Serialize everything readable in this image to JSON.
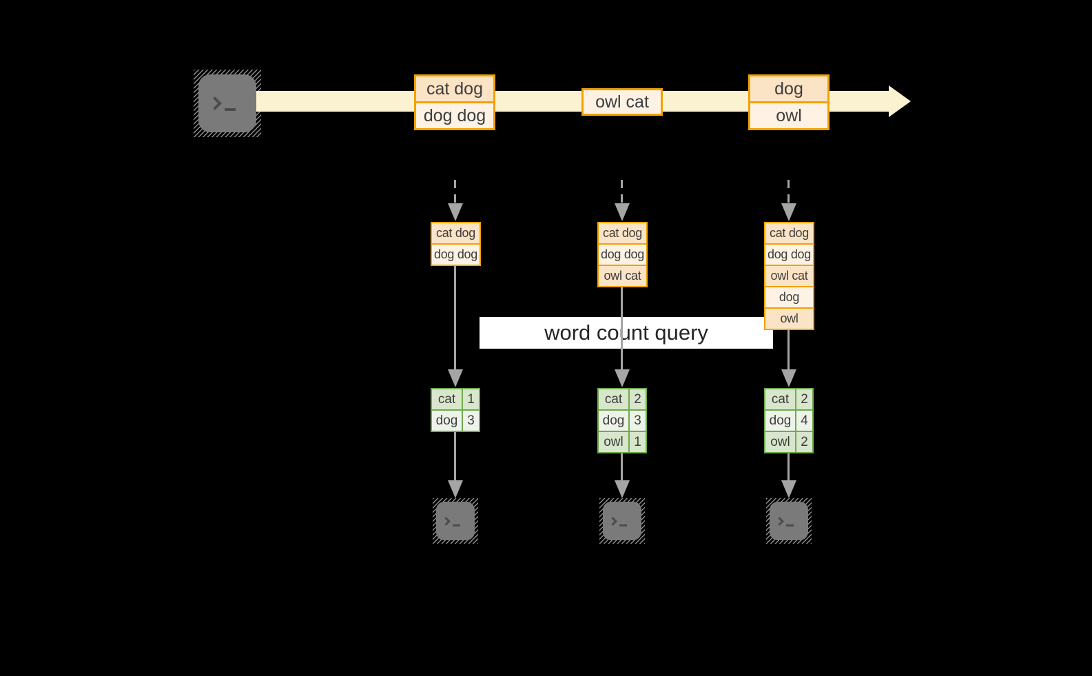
{
  "query_label": "word count query",
  "stream": {
    "records": [
      {
        "lines": [
          "cat dog",
          "dog dog"
        ]
      },
      {
        "lines": [
          "owl cat"
        ]
      },
      {
        "lines": [
          "dog",
          "owl"
        ]
      }
    ]
  },
  "columns": [
    {
      "accumulated": [
        "cat dog",
        "dog dog"
      ],
      "counts": [
        {
          "word": "cat",
          "count": 1
        },
        {
          "word": "dog",
          "count": 3
        }
      ]
    },
    {
      "accumulated": [
        "cat dog",
        "dog dog",
        "owl cat"
      ],
      "counts": [
        {
          "word": "cat",
          "count": 2
        },
        {
          "word": "dog",
          "count": 3
        },
        {
          "word": "owl",
          "count": 1
        }
      ]
    },
    {
      "accumulated": [
        "cat dog",
        "dog dog",
        "owl cat",
        "dog",
        "owl"
      ],
      "counts": [
        {
          "word": "cat",
          "count": 2
        },
        {
          "word": "dog",
          "count": 4
        },
        {
          "word": "owl",
          "count": 2
        }
      ]
    }
  ],
  "icons": {
    "source": "terminal-icon",
    "sinks": [
      "terminal-icon",
      "terminal-icon",
      "terminal-icon"
    ]
  },
  "colors": {
    "band": "#faf2d0",
    "gold": "#f0a202",
    "peach": "#fbe3c5",
    "cream": "#fdf2e3",
    "green": "#6eab4d",
    "green-fill-dark": "#d8e6cc",
    "green-fill-light": "#eef3e9",
    "arrow": "#a5a5a5",
    "terminal": "#7a7a7a",
    "text": "#3d3d3d"
  }
}
